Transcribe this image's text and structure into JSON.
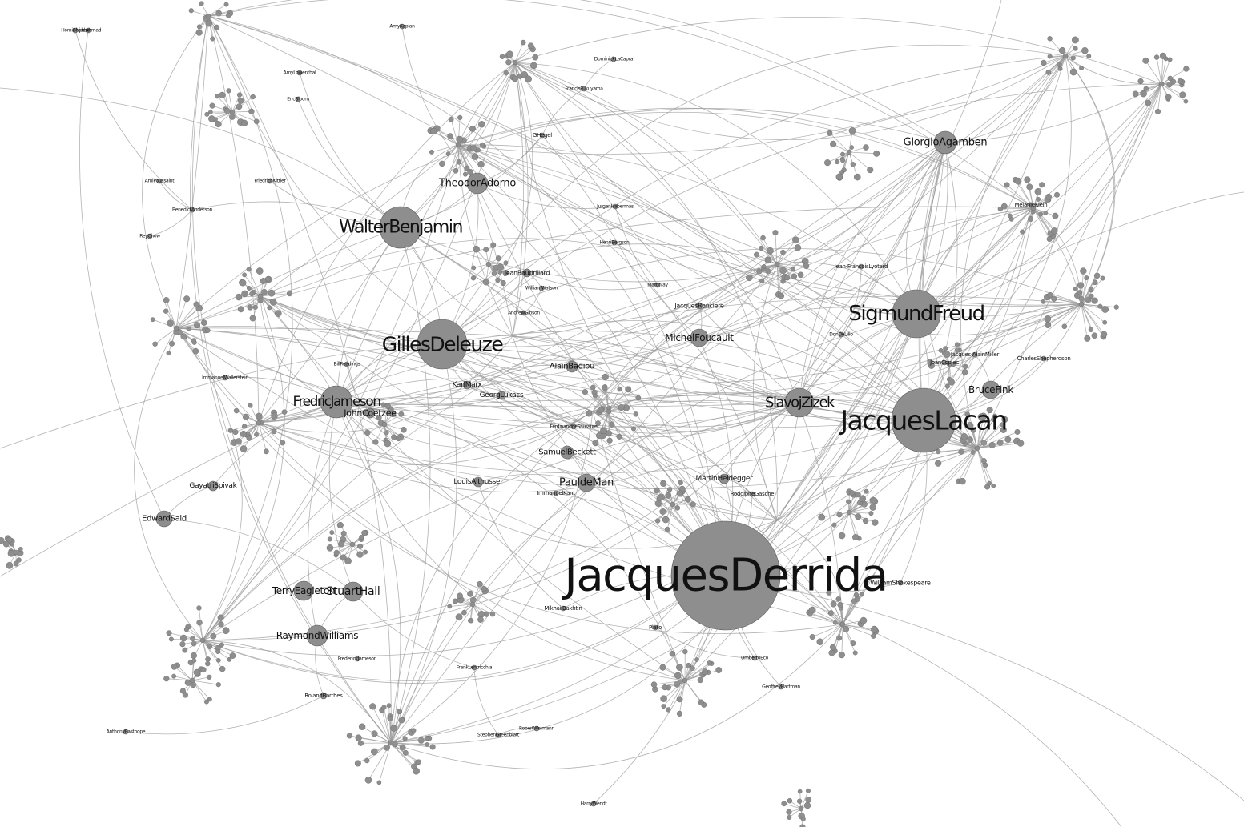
{
  "colors": {
    "background": "#ffffff",
    "node": "#8e8e8e",
    "edge": "#9a9a9a",
    "text": "#111111"
  },
  "nodes": [
    {
      "id": "derrida",
      "label": "JacquesDerrida"
    },
    {
      "id": "lacan",
      "label": "JacquesLacan"
    },
    {
      "id": "freud",
      "label": "SigmundFreud"
    },
    {
      "id": "deleuze",
      "label": "GillesDeleuze"
    },
    {
      "id": "benjamin",
      "label": "WalterBenjamin"
    },
    {
      "id": "jameson",
      "label": "FredricJameson"
    },
    {
      "id": "zizek",
      "label": "SlavojZizek"
    },
    {
      "id": "agamben",
      "label": "GiorgioAgamben"
    },
    {
      "id": "adorno",
      "label": "TheodorAdorno"
    },
    {
      "id": "foucault",
      "label": "MichelFoucault"
    },
    {
      "id": "demnan",
      "label": "PauldeMan"
    },
    {
      "id": "williams",
      "label": "RaymondWilliams"
    },
    {
      "id": "hall",
      "label": "StuartHall"
    },
    {
      "id": "eagleton",
      "label": "TerryEagleton"
    },
    {
      "id": "said",
      "label": "EdwardSaid"
    },
    {
      "id": "fink",
      "label": "BruceFink"
    },
    {
      "id": "beckett",
      "label": "SamuelBeckett"
    },
    {
      "id": "badiou",
      "label": "AlainBadiou"
    },
    {
      "id": "althusser",
      "label": "LouisAlthusser"
    },
    {
      "id": "coetzee",
      "label": "JohnCoetzee"
    },
    {
      "id": "heidegger",
      "label": "MartinHeidegger"
    },
    {
      "id": "spivak",
      "label": "GayatriSpivak"
    },
    {
      "id": "marx",
      "label": "KarlMarx"
    },
    {
      "id": "lukacs",
      "label": "GeorgLukacs"
    },
    {
      "id": "baudrillard",
      "label": "JeanBaudrillard"
    },
    {
      "id": "ranciere",
      "label": "JacquesRanciere"
    },
    {
      "id": "lyotard",
      "label": "Jean-FrancoisLyotard"
    },
    {
      "id": "jmiller",
      "label": "Jacques-AlainMiller"
    },
    {
      "id": "copjec",
      "label": "JoanCopjec"
    },
    {
      "id": "klein",
      "label": "MelanieKlein"
    },
    {
      "id": "shepherdson",
      "label": "CharlesShepherdson"
    },
    {
      "id": "kant",
      "label": "ImmanuelKant"
    },
    {
      "id": "bakhtin",
      "label": "MikhailBakhtin"
    },
    {
      "id": "plato",
      "label": "Plato"
    },
    {
      "id": "gasche",
      "label": "RodolpheGasche"
    },
    {
      "id": "shakespeare",
      "label": "WilliamShakespeare"
    },
    {
      "id": "hegel",
      "label": "GHegel"
    },
    {
      "id": "barthes",
      "label": "RolandBarthes"
    },
    {
      "id": "anderson",
      "label": "BenedictAnderson"
    },
    {
      "id": "wallerstein",
      "label": "ImmanuelWallerstein"
    },
    {
      "id": "readings",
      "label": "BillReadings"
    },
    {
      "id": "saussure",
      "label": "FerdinanddeSaussure"
    },
    {
      "id": "jay",
      "label": "MartinJay"
    },
    {
      "id": "bergson",
      "label": "HenriBergson"
    },
    {
      "id": "eco",
      "label": "UmbertoEco"
    },
    {
      "id": "hartman",
      "label": "GeoffreyHartman"
    },
    {
      "id": "lentricchia",
      "label": "FrankLentricchia"
    },
    {
      "id": "jameson2",
      "label": "FrederickJameson"
    },
    {
      "id": "greenblatt",
      "label": "StephenGreenblatt"
    },
    {
      "id": "weimann",
      "label": "RobertWeimann"
    },
    {
      "id": "wendt",
      "label": "HarryWendt"
    },
    {
      "id": "ahmad",
      "label": "AijazAhmad"
    },
    {
      "id": "eagleton2",
      "label": "AnthonyEasthope"
    },
    {
      "id": "delillo",
      "label": "DonDeLillo"
    },
    {
      "id": "fukuyama",
      "label": "FrancisFukuyama"
    },
    {
      "id": "lacapra",
      "label": "DominickLaCapra"
    },
    {
      "id": "habermas",
      "label": "JurgenHabermas"
    },
    {
      "id": "watson",
      "label": "WilliamWatson"
    },
    {
      "id": "gibson",
      "label": "AndrewGibson"
    },
    {
      "id": "kittler",
      "label": "FriedrichKittler"
    },
    {
      "id": "hbhabha",
      "label": "HomiBhabha"
    },
    {
      "id": "kaplan",
      "label": "AmyKaplan"
    },
    {
      "id": "chow",
      "label": "ReyChow"
    },
    {
      "id": "lowenthal",
      "label": "AmyLowenthal"
    },
    {
      "id": "bloom",
      "label": "EricBloom"
    },
    {
      "id": "poussaint",
      "label": "AmiPoussaint"
    }
  ],
  "edges": [
    [
      "derrida",
      "lacan"
    ],
    [
      "derrida",
      "freud"
    ],
    [
      "derrida",
      "deleuze"
    ],
    [
      "derrida",
      "benjamin"
    ],
    [
      "derrida",
      "zizek"
    ],
    [
      "derrida",
      "demnan"
    ],
    [
      "derrida",
      "heidegger"
    ],
    [
      "derrida",
      "foucault"
    ],
    [
      "derrida",
      "kant"
    ],
    [
      "derrida",
      "plato"
    ],
    [
      "derrida",
      "shakespeare"
    ],
    [
      "derrida",
      "gasche"
    ],
    [
      "derrida",
      "hegel"
    ],
    [
      "derrida",
      "agamben"
    ],
    [
      "derrida",
      "badiou"
    ],
    [
      "derrida",
      "beckett"
    ],
    [
      "derrida",
      "hartman"
    ],
    [
      "derrida",
      "eco"
    ],
    [
      "derrida",
      "bakhtin"
    ],
    [
      "derrida",
      "marx"
    ],
    [
      "lacan",
      "freud"
    ],
    [
      "lacan",
      "zizek"
    ],
    [
      "lacan",
      "fink"
    ],
    [
      "lacan",
      "jmiller"
    ],
    [
      "lacan",
      "copjec"
    ],
    [
      "lacan",
      "klein"
    ],
    [
      "lacan",
      "shepherdson"
    ],
    [
      "freud",
      "klein"
    ],
    [
      "freud",
      "agamben"
    ],
    [
      "freud",
      "zizek"
    ],
    [
      "freud",
      "foucault"
    ],
    [
      "deleuze",
      "benjamin"
    ],
    [
      "deleuze",
      "jameson"
    ],
    [
      "deleuze",
      "foucault"
    ],
    [
      "deleuze",
      "marx"
    ],
    [
      "deleuze",
      "adorno"
    ],
    [
      "deleuze",
      "baudrillard"
    ],
    [
      "benjamin",
      "adorno"
    ],
    [
      "benjamin",
      "jameson"
    ],
    [
      "benjamin",
      "hegel"
    ],
    [
      "benjamin",
      "anderson"
    ],
    [
      "jameson",
      "coetzee"
    ],
    [
      "jameson",
      "spivak"
    ],
    [
      "jameson",
      "hall"
    ],
    [
      "jameson",
      "williams"
    ],
    [
      "jameson",
      "althusser"
    ],
    [
      "jameson",
      "wallerstein"
    ],
    [
      "jameson",
      "lukacs"
    ],
    [
      "hall",
      "eagleton"
    ],
    [
      "hall",
      "williams"
    ],
    [
      "hall",
      "said"
    ],
    [
      "williams",
      "barthes"
    ],
    [
      "zizek",
      "badiou"
    ],
    [
      "zizek",
      "heidegger"
    ],
    [
      "foucault",
      "ranciere"
    ],
    [
      "foucault",
      "lyotard"
    ],
    [
      "demnan",
      "kant"
    ],
    [
      "demnan",
      "beckett"
    ],
    [
      "demnan",
      "althusser"
    ],
    [
      "adorno",
      "hegel"
    ],
    [
      "adorno",
      "habermas"
    ],
    [
      "marx",
      "lukacs"
    ],
    [
      "badiou",
      "marx"
    ],
    [
      "spivak",
      "said"
    ],
    [
      "althusser",
      "bakhtin"
    ],
    [
      "plato",
      "eco"
    ],
    [
      "agamben",
      "zizek"
    ],
    [
      "fink",
      "jmiller"
    ],
    [
      "copjec",
      "jmiller"
    ],
    [
      "saussure",
      "marx"
    ],
    [
      "jay",
      "bergson"
    ],
    [
      "lentricchia",
      "greenblatt"
    ],
    [
      "weimann",
      "greenblatt"
    ],
    [
      "hall",
      "lentricchia"
    ],
    [
      "baudrillard",
      "jay"
    ],
    [
      "readings",
      "coetzee"
    ],
    [
      "delillo",
      "lyotard"
    ],
    [
      "watson",
      "baudrillard"
    ],
    [
      "gibson",
      "watson"
    ],
    [
      "fukuyama",
      "hegel"
    ],
    [
      "lacapra",
      "fukuyama"
    ],
    [
      "kittler",
      "benjamin"
    ],
    [
      "hbhabha",
      "anderson"
    ],
    [
      "kaplan",
      "adorno"
    ],
    [
      "chow",
      "anderson"
    ],
    [
      "lowenthal",
      "benjamin"
    ],
    [
      "bloom",
      "benjamin"
    ],
    [
      "poussaint",
      "anderson"
    ],
    [
      "eagleton2",
      "barthes"
    ],
    [
      "ahmad",
      "said"
    ],
    [
      "wendt",
      "derrida"
    ],
    [
      "habermas",
      "foucault"
    ],
    [
      "shakespeare",
      "lacan"
    ],
    [
      "gasche",
      "heidegger"
    ]
  ]
}
